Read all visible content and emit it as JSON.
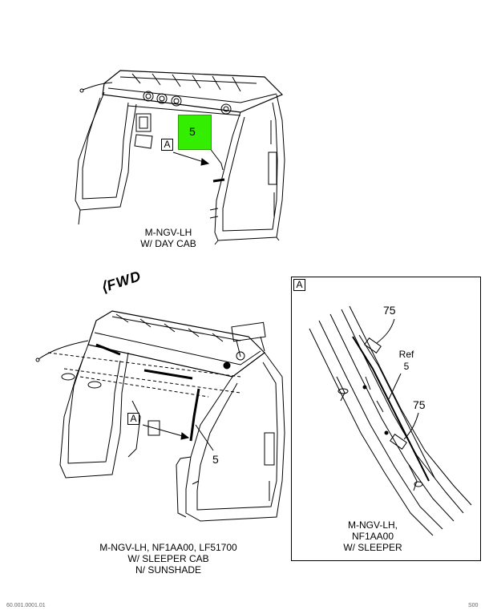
{
  "top_view": {
    "callout_number": "5",
    "view_label": "A",
    "caption": "M-NGV-LH\nW/ DAY CAB",
    "highlight_color": "#33ee00"
  },
  "bottom_view": {
    "fwd_label": "FWD",
    "view_label": "A",
    "callout_number": "5",
    "caption": "M-NGV-LH, NF1AA00, LF51700\nW/ SLEEPER CAB\nN/ SUNSHADE"
  },
  "detail_view": {
    "view_label": "A",
    "callout_top": "75",
    "callout_ref": "Ref\n5",
    "callout_bottom": "75",
    "caption": "M-NGV-LH,\nNF1AA00\nW/ SLEEPER"
  },
  "footer": {
    "left_text": "60.001.0001.01",
    "right_text": "S00"
  }
}
